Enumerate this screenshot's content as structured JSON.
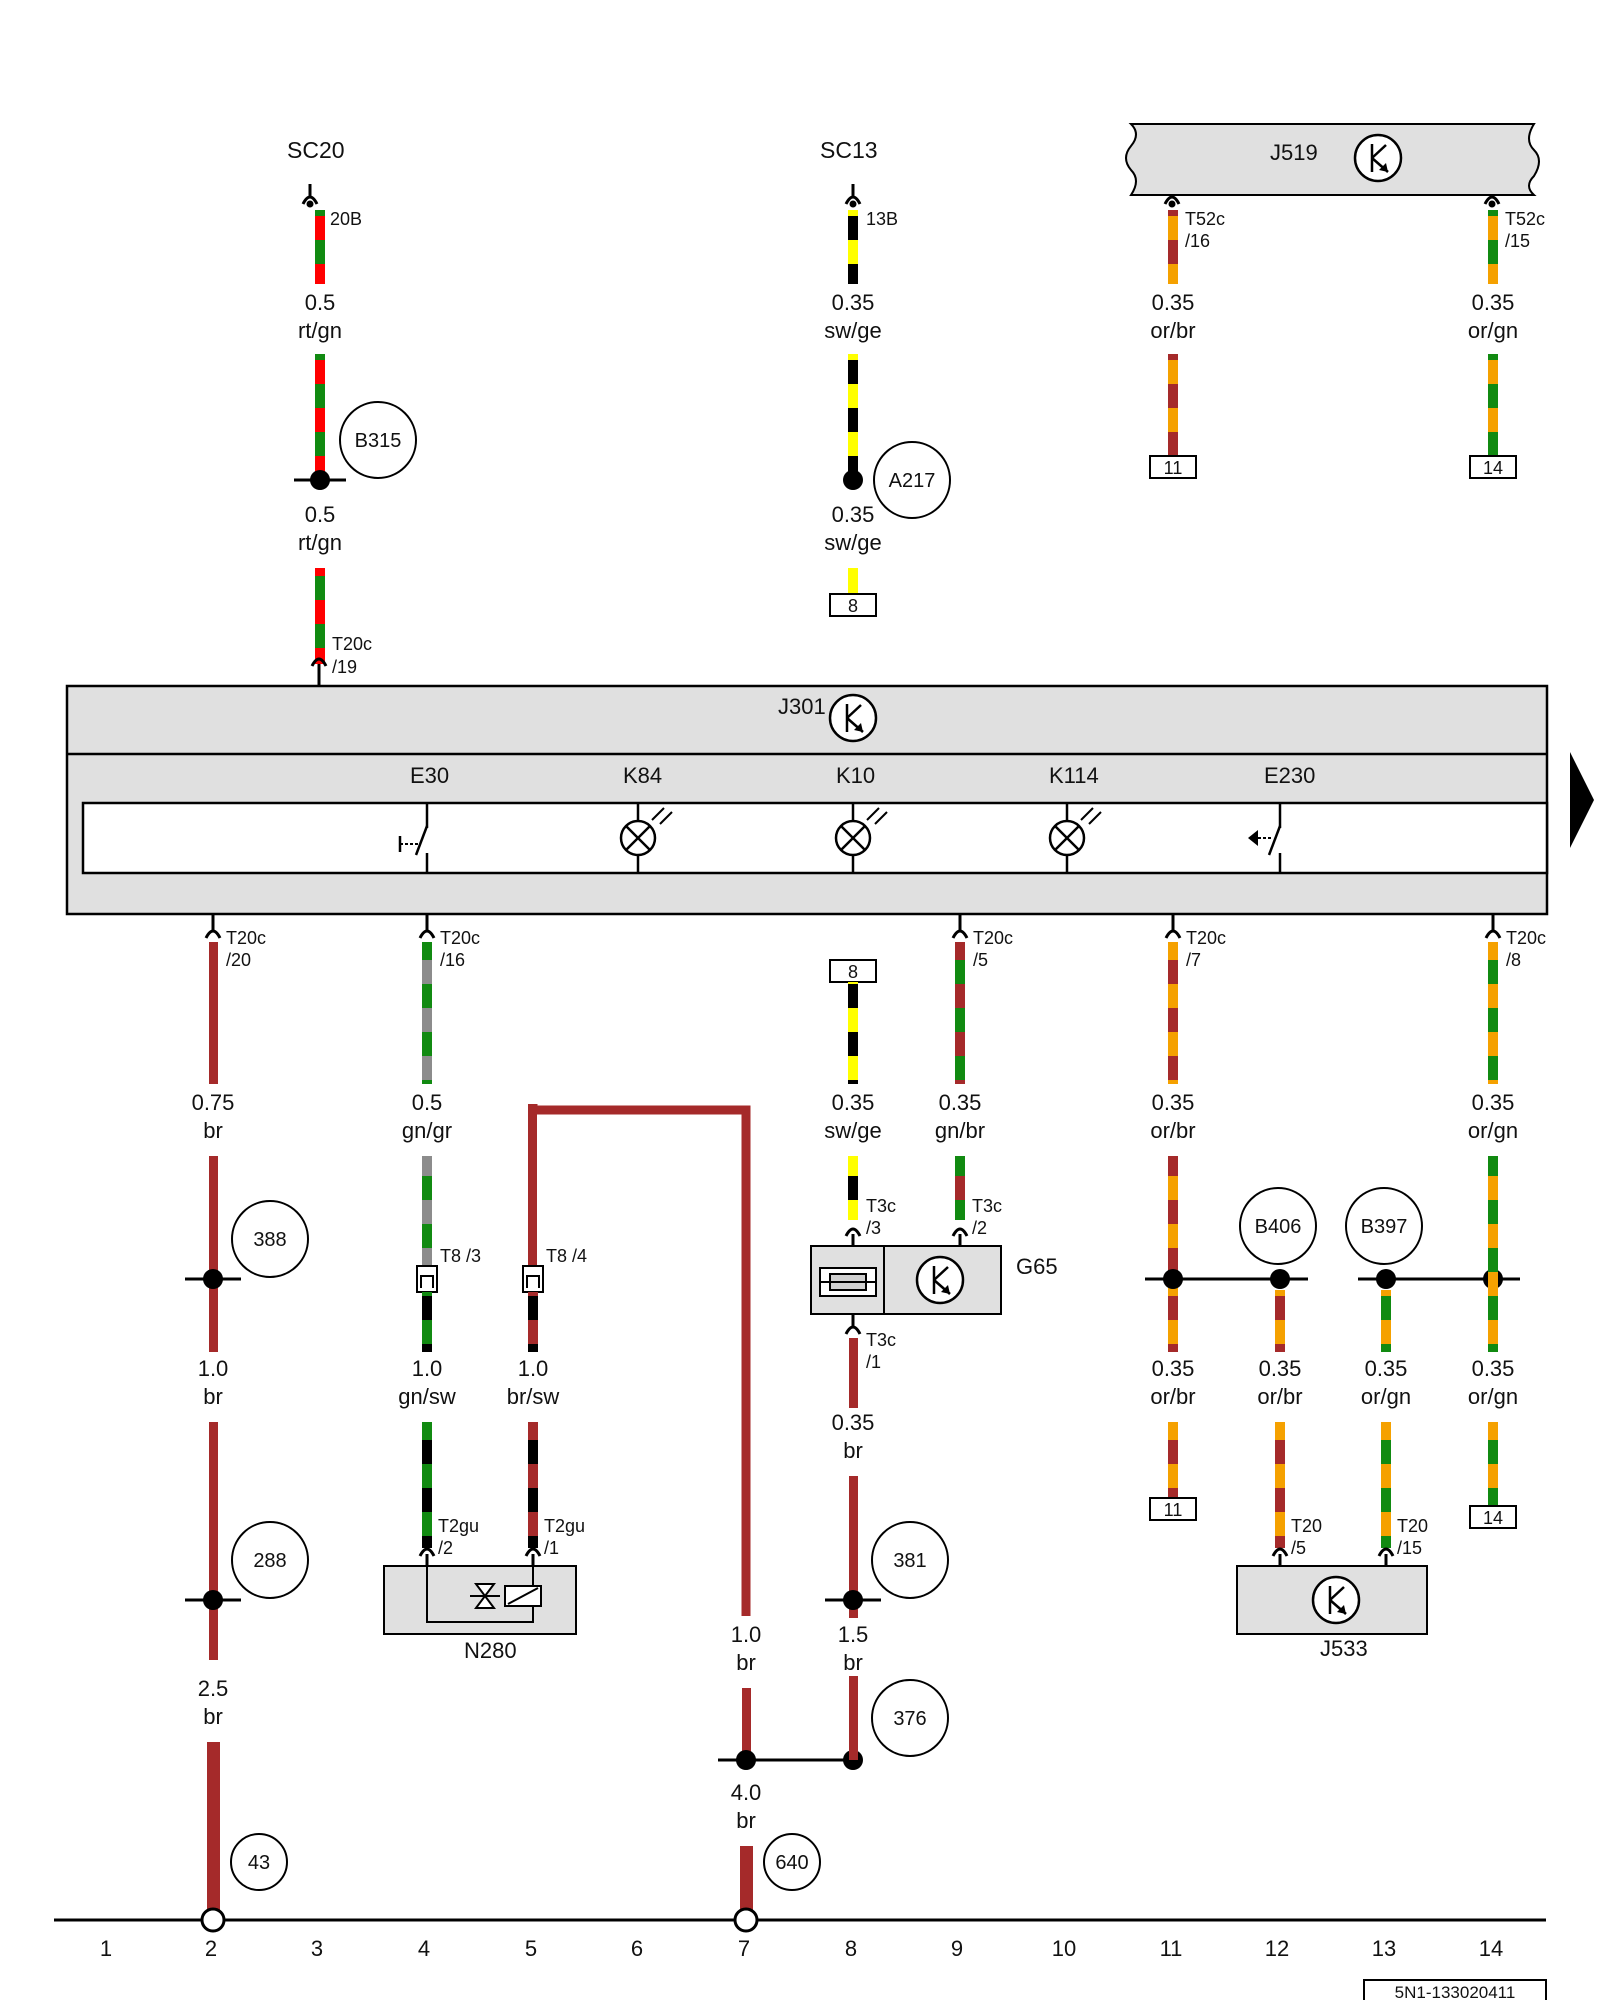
{
  "connectors_top": [
    {
      "label": "SC20",
      "pin": "20B"
    },
    {
      "label": "SC13",
      "pin": "13B"
    }
  ],
  "modules": {
    "j519": {
      "label": "J519",
      "pins": [
        "T52c /16",
        "T52c /15"
      ]
    },
    "j301": {
      "label": "J301",
      "pin_top": "T20c /19",
      "pins_bottom": [
        "T20c /20",
        "T20c /16",
        "T20c /5",
        "T20c /7",
        "T20c /8"
      ]
    },
    "g65": {
      "label": "G65",
      "pins": [
        "T3c /3",
        "T3c /2",
        "T3c /1"
      ]
    },
    "n280": {
      "label": "N280",
      "pins": [
        "T2gu /2",
        "T2gu /1"
      ]
    },
    "j533": {
      "label": "J533",
      "pins": [
        "T20 /5",
        "T20 /15"
      ]
    }
  },
  "inner_components": [
    "E30",
    "K84",
    "K10",
    "K114",
    "E230"
  ],
  "t8_pins": [
    "T8 /3",
    "T8 /4"
  ],
  "circles": [
    "B315",
    "A217",
    "388",
    "288",
    "43",
    "B406",
    "B397",
    "381",
    "376",
    "640"
  ],
  "wires": [
    {
      "size": "0.5",
      "color": "rt/gn"
    },
    {
      "size": "0.5",
      "color": "rt/gn"
    },
    {
      "size": "0.35",
      "color": "sw/ge"
    },
    {
      "size": "0.35",
      "color": "sw/ge"
    },
    {
      "size": "0.35",
      "color": "or/br"
    },
    {
      "size": "0.35",
      "color": "or/gn"
    },
    {
      "size": "0.75",
      "color": "br"
    },
    {
      "size": "1.0",
      "color": "br"
    },
    {
      "size": "2.5",
      "color": "br"
    },
    {
      "size": "0.5",
      "color": "gn/gr"
    },
    {
      "size": "1.0",
      "color": "gn/sw"
    },
    {
      "size": "1.0",
      "color": "br/sw"
    },
    {
      "size": "1.0",
      "color": "br"
    },
    {
      "size": "4.0",
      "color": "br"
    },
    {
      "size": "0.35",
      "color": "sw/ge"
    },
    {
      "size": "0.35",
      "color": "br"
    },
    {
      "size": "1.5",
      "color": "br"
    },
    {
      "size": "0.35",
      "color": "gn/br"
    },
    {
      "size": "0.35",
      "color": "or/br"
    },
    {
      "size": "0.35",
      "color": "or/br"
    },
    {
      "size": "0.35",
      "color": "or/br"
    },
    {
      "size": "0.35",
      "color": "or/gn"
    },
    {
      "size": "0.35",
      "color": "or/gn"
    },
    {
      "size": "0.35",
      "color": "or/gn"
    }
  ],
  "refs": [
    "11",
    "14",
    "8",
    "8",
    "11",
    "14"
  ],
  "grid": [
    "1",
    "2",
    "3",
    "4",
    "5",
    "6",
    "7",
    "8",
    "9",
    "10",
    "11",
    "12",
    "13",
    "14"
  ],
  "doc_id": "5N1-133020411",
  "colors": {
    "br": "#a52a2a",
    "rt": "#ff0000",
    "gn": "#118a11",
    "sw": "#000000",
    "ge": "#ffff00",
    "or": "#f5a100",
    "gr": "#8c8c8c",
    "module_fill": "#e0e0e0"
  }
}
